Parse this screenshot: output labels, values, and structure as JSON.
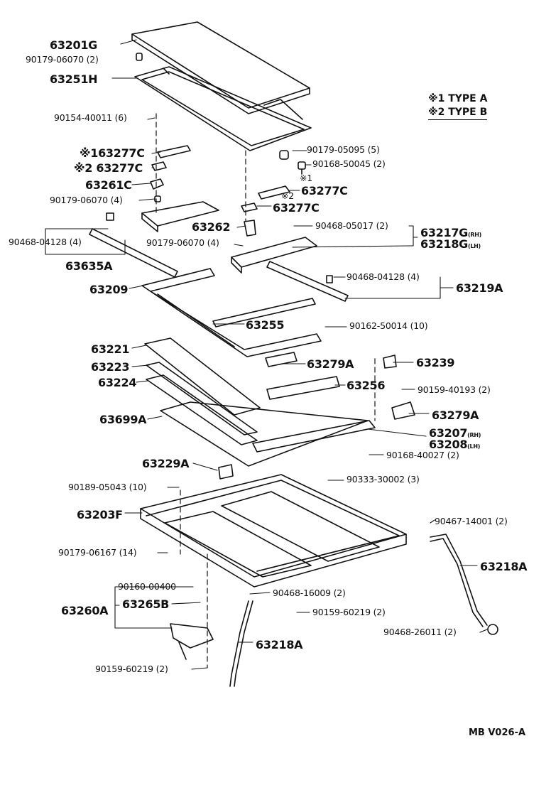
{
  "legend": {
    "type_a": "※1 TYPE A",
    "type_b": "※2 TYPE B"
  },
  "footer_code": "MB V026-A",
  "labels": [
    {
      "id": "63201G",
      "text": "63201G",
      "size": "big"
    },
    {
      "id": "90179-06070-a",
      "text": "90179-06070 (2)",
      "size": "small"
    },
    {
      "id": "63251H",
      "text": "63251H",
      "size": "big"
    },
    {
      "id": "90154-40011",
      "text": "90154-40011 (6)",
      "size": "small"
    },
    {
      "id": "63277C-1",
      "text": "※163277C",
      "size": "big"
    },
    {
      "id": "63277C-2",
      "text": "※2 63277C",
      "size": "big"
    },
    {
      "id": "63261C",
      "text": "63261C",
      "size": "big"
    },
    {
      "id": "90179-06070-b",
      "text": "90179-06070 (4)",
      "size": "small"
    },
    {
      "id": "90468-04128-a",
      "text": "90468-04128 (4)",
      "size": "small"
    },
    {
      "id": "63635A",
      "text": "63635A",
      "size": "big"
    },
    {
      "id": "90179-06070-c",
      "text": "90179-06070 (4)",
      "size": "small"
    },
    {
      "id": "63262",
      "text": "63262",
      "size": "big"
    },
    {
      "id": "90179-05095",
      "text": "90179-05095 (5)",
      "size": "small"
    },
    {
      "id": "90168-50045",
      "text": "90168-50045 (2)",
      "size": "small"
    },
    {
      "id": "mark-1",
      "text": "※1",
      "size": "small"
    },
    {
      "id": "63277C-3",
      "text": "63277C",
      "size": "big"
    },
    {
      "id": "mark-2",
      "text": "※2",
      "size": "small"
    },
    {
      "id": "63277C-4",
      "text": "63277C",
      "size": "big"
    },
    {
      "id": "90468-05017",
      "text": "90468-05017 (2)",
      "size": "small"
    },
    {
      "id": "63217G",
      "text": "63217G",
      "sub": "(RH)",
      "size": "big"
    },
    {
      "id": "63218G",
      "text": "63218G",
      "sub": "(LH)",
      "size": "big"
    },
    {
      "id": "90468-04128-b",
      "text": "90468-04128 (4)",
      "size": "small"
    },
    {
      "id": "63219A",
      "text": "63219A",
      "size": "big"
    },
    {
      "id": "63209",
      "text": "63209",
      "size": "big"
    },
    {
      "id": "63255",
      "text": "63255",
      "size": "big"
    },
    {
      "id": "90162-50014",
      "text": "90162-50014 (10)",
      "size": "small"
    },
    {
      "id": "63221",
      "text": "63221",
      "size": "big"
    },
    {
      "id": "63279A-a",
      "text": "63279A",
      "size": "big"
    },
    {
      "id": "63239",
      "text": "63239",
      "size": "big"
    },
    {
      "id": "63223",
      "text": "63223",
      "size": "big"
    },
    {
      "id": "63224",
      "text": "63224",
      "size": "big"
    },
    {
      "id": "63256",
      "text": "63256",
      "size": "big"
    },
    {
      "id": "90159-40193",
      "text": "90159-40193 (2)",
      "size": "small"
    },
    {
      "id": "63279A-b",
      "text": "63279A",
      "size": "big"
    },
    {
      "id": "63699A",
      "text": "63699A",
      "size": "big"
    },
    {
      "id": "63207",
      "text": "63207",
      "sub": "(RH)",
      "size": "big"
    },
    {
      "id": "63208",
      "text": "63208",
      "sub": "(LH)",
      "size": "big"
    },
    {
      "id": "90168-40027",
      "text": "90168-40027 (2)",
      "size": "small"
    },
    {
      "id": "63229A",
      "text": "63229A",
      "size": "big"
    },
    {
      "id": "90333-30002",
      "text": "90333-30002 (3)",
      "size": "small"
    },
    {
      "id": "90189-05043",
      "text": "90189-05043 (10)",
      "size": "small"
    },
    {
      "id": "63203F",
      "text": "63203F",
      "size": "big"
    },
    {
      "id": "90467-14001",
      "text": "90467-14001 (2)",
      "size": "small"
    },
    {
      "id": "90179-06167",
      "text": "90179-06167 (14)",
      "size": "small"
    },
    {
      "id": "63218A-a",
      "text": "63218A",
      "size": "big"
    },
    {
      "id": "90160-00400",
      "text": "90160-00400",
      "size": "small"
    },
    {
      "id": "90468-16009",
      "text": "90468-16009 (2)",
      "size": "small"
    },
    {
      "id": "63260A",
      "text": "63260A",
      "size": "big"
    },
    {
      "id": "63265B",
      "text": "63265B",
      "size": "big"
    },
    {
      "id": "90159-60219-a",
      "text": "90159-60219 (2)",
      "size": "small"
    },
    {
      "id": "90468-26011",
      "text": "90468-26011 (2)",
      "size": "small"
    },
    {
      "id": "63218A-b",
      "text": "63218A",
      "size": "big"
    },
    {
      "id": "90159-60219-b",
      "text": "90159-60219 (2)",
      "size": "small"
    }
  ]
}
